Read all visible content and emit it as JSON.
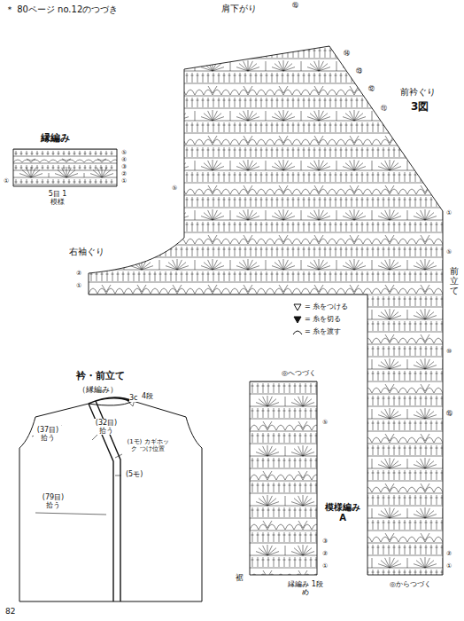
{
  "diagram": {
    "title": "＊ 80ページ no.12のつづき",
    "labels": [
      "肩下がり",
      "前衿ぐり",
      "3図",
      "縁編み",
      "5目 1模様",
      "右袖ぐり",
      "前立て",
      "◎へつづく",
      "模様編み A",
      "裾",
      "縁編み 1段め",
      "◎からつづく",
      "衿・前立て",
      "（縁編み）",
      "3c",
      "4段",
      "(37目) 拾う",
      "(32目) 拾う",
      "(1モ) カギホック つけ位置",
      "(5モ)",
      "(79目) 拾う",
      "82",
      "⑤",
      "④",
      "③",
      "②",
      "①",
      "①",
      "⑮",
      "⑭",
      "⑬",
      "⑫",
      "⑪",
      "⑤",
      "①",
      "②",
      "①",
      "⑤",
      "⑩",
      "⑮",
      "②",
      "①",
      "⑤",
      "③",
      "②",
      "①"
    ],
    "legend": [
      {
        "text": "= 糸をつける"
      },
      {
        "text": "= 糸を切る"
      },
      {
        "text": "= 糸を渡す"
      }
    ]
  }
}
